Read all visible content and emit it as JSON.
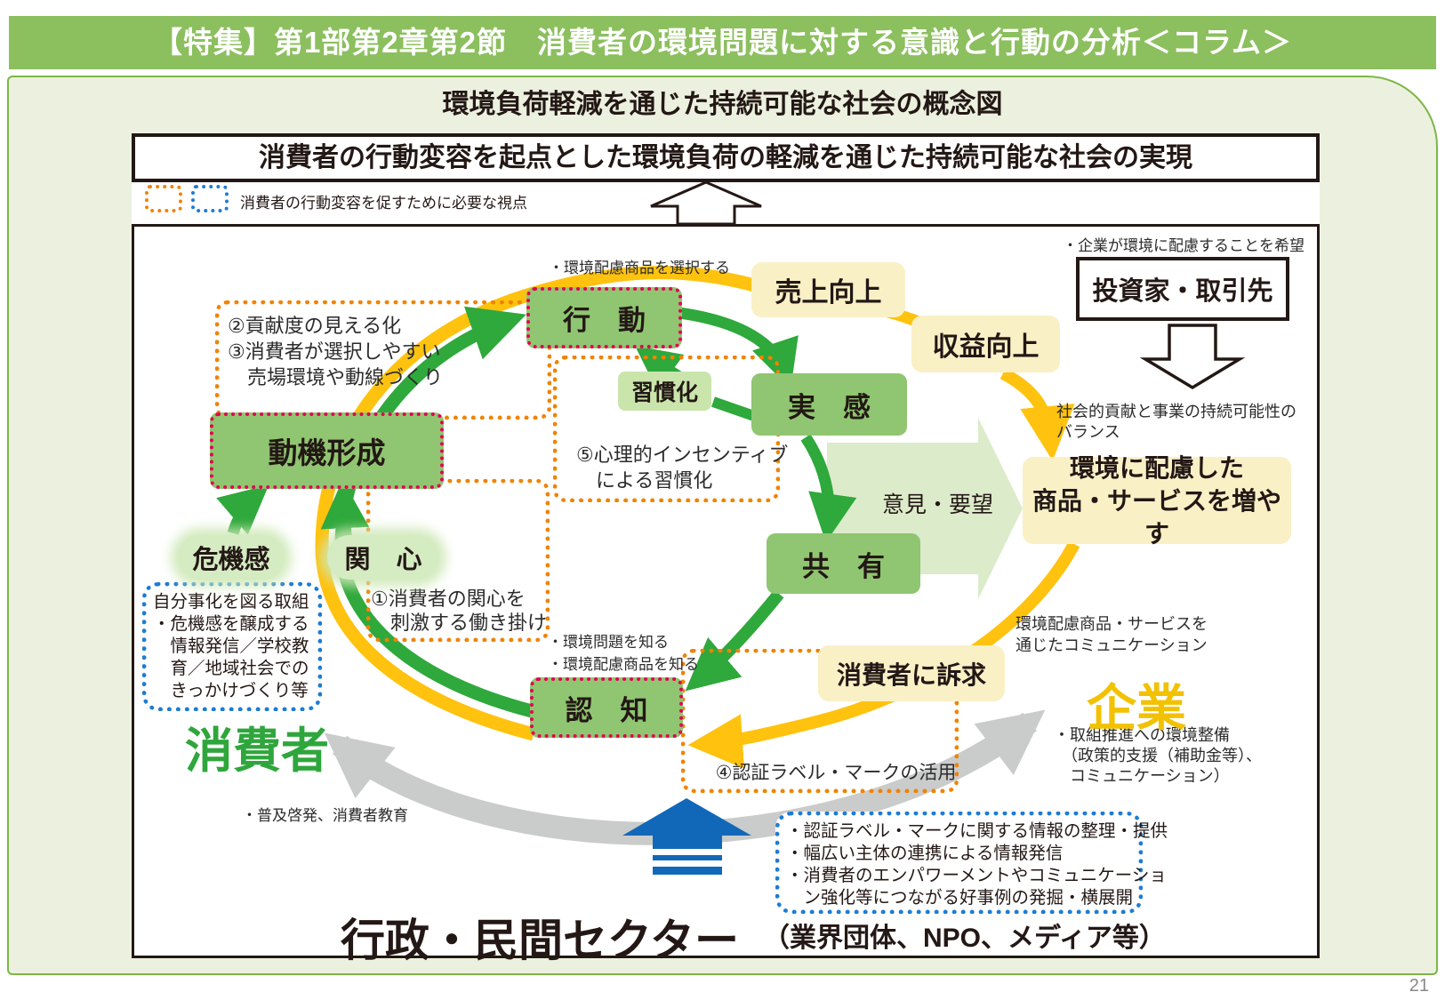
{
  "header": {
    "title": "【特集】第1部第2章第2節　消費者の環境問題に対する意識と行動の分析＜コラム＞"
  },
  "slide": {
    "title": "環境負荷軽減を通じた持続可能な社会の概念図",
    "goal_banner": "消費者の行動変容を起点とした環境負荷の軽減を通じた持続可能な社会の実現",
    "legend_label": "消費者の行動変容を促すために必要な視点"
  },
  "cycle_nodes": {
    "action": "行　動",
    "motivation": "動機形成",
    "recognition": "認　知",
    "experience": "実　感",
    "sharing": "共　有",
    "habituation": "習慣化",
    "crisis": "危機感",
    "interest": "関　心"
  },
  "consumer_side": {
    "label": "消費者",
    "select_note": "・環境配慮商品を選択する",
    "know_note": "・環境問題を知る\n・環境配慮商品を知る",
    "opinion_label": "意見・要望",
    "crisis_detail": "自分事化を図る取組\n・危機感を醸成する\n　情報発信／学校教\n　育／地域社会での\n　きっかけづくり等"
  },
  "company_side": {
    "sales": "売上向上",
    "profit": "収益向上",
    "investors": "投資家・取引先",
    "investor_note": "・企業が環境に配慮することを希望",
    "balance_note": "社会的貢献と事業の持続可能性の\nバランス",
    "increase_box": "環境に配慮した\n商品・サービスを増やす",
    "appeal_box": "消費者に訴求",
    "communication_note": "環境配慮商品・サービスを\n通じたコミュニケーション",
    "company_label": "企業",
    "support_note": "・取組推進への環境整備\n　（政策的支援（補助金等）、\n　コミュニケーション）"
  },
  "viewpoints": {
    "v23": "②貢献度の見える化\n③消費者が選択しやすい\n　売場環境や動線づくり",
    "v1": "①消費者の関心を\n　刺激する働き掛け",
    "v5": "⑤心理的インセンティブ\n　による習慣化",
    "v4": "④認証ラベル・マークの活用"
  },
  "public_sector": {
    "label": "行政・民間セクター",
    "sub_label": "（業界団体、NPO、メディア等）",
    "educate_note": "・普及啓発、消費者教育",
    "blue_box": "・認証ラベル・マークに関する情報の整理・提供\n・幅広い主体の連携による情報発信\n・消費者のエンパワーメントやコミュニケーショ\n　ン強化等につながる好事例の発掘・横展開"
  },
  "page_number": "21",
  "colors": {
    "header_green": "#8cbf5e",
    "slide_bg": "#ecf1df",
    "slide_border": "#7cb647",
    "node_green": "#90c571",
    "node_red_dotted": "#e5004f",
    "light_green_pill": "#d5ebc2",
    "yellow_box": "#faf0c6",
    "yellow_arrow": "#ffc20e",
    "green_arrow": "#2fa83c",
    "pale_green_arrow": "#dcebca",
    "gray_arrow": "#cacbcb",
    "blue_arrow": "#1268b8",
    "orange_dotted": "#f08300",
    "blue_dotted": "#1c7cd5",
    "consumer_green": "#2fa63c",
    "company_yellow": "#f2c100"
  }
}
